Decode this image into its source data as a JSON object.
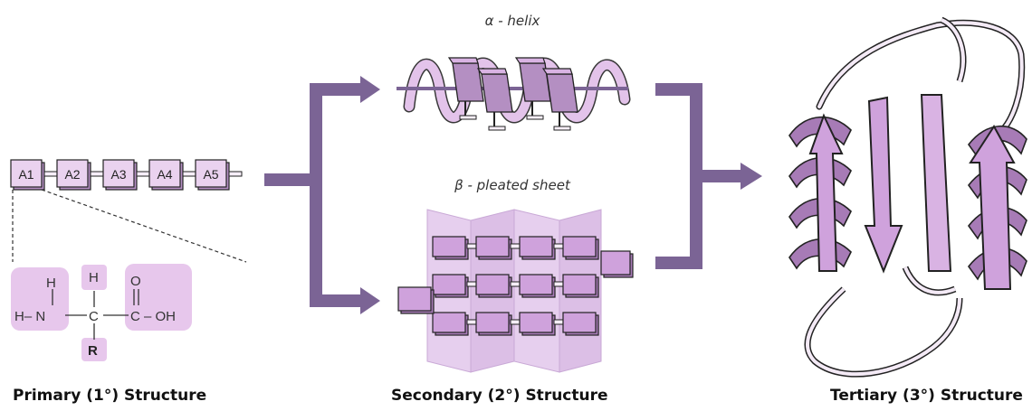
{
  "colors": {
    "arrow": "#7b6495",
    "light": "#e5c8ec",
    "mid": "#d1a5de",
    "dark": "#a77bb6",
    "stroke": "#222222",
    "sheet_panel": "#ecd9ef"
  },
  "primary": {
    "residues": [
      "A1",
      "A2",
      "A3",
      "A4",
      "A5"
    ],
    "amino_acid": {
      "amine_h_top": "H",
      "amine": "H– N",
      "central_c": "C",
      "alpha_h": "H",
      "r_group": "R",
      "carbonyl_o": "O",
      "carboxyl": "C – OH"
    },
    "caption": "Primary (1°) Structure"
  },
  "secondary": {
    "helix_label": "α - helix",
    "sheet_label": "β - pleated sheet",
    "caption": "Secondary (2°) Structure"
  },
  "tertiary": {
    "caption": "Tertiary (3°) Structure"
  }
}
